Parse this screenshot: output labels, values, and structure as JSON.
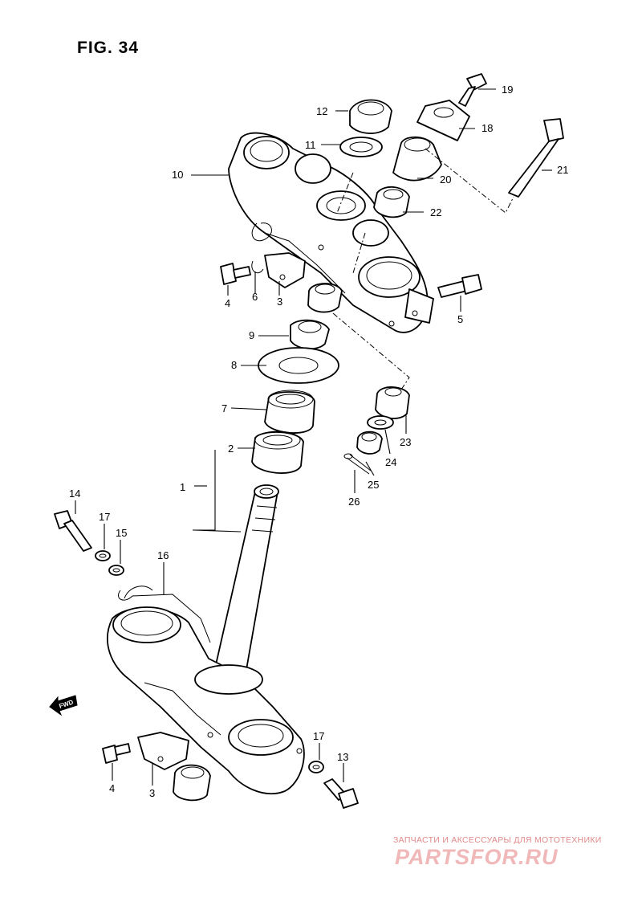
{
  "figure": {
    "title": "FIG. 34"
  },
  "fwd_label": "FWD",
  "parts": [
    {
      "id": "p1",
      "label": "1"
    },
    {
      "id": "p2",
      "label": "2"
    },
    {
      "id": "p3a",
      "label": "3"
    },
    {
      "id": "p3b",
      "label": "3"
    },
    {
      "id": "p4a",
      "label": "4"
    },
    {
      "id": "p4b",
      "label": "4"
    },
    {
      "id": "p5",
      "label": "5"
    },
    {
      "id": "p6",
      "label": "6"
    },
    {
      "id": "p7",
      "label": "7"
    },
    {
      "id": "p8",
      "label": "8"
    },
    {
      "id": "p9",
      "label": "9"
    },
    {
      "id": "p10",
      "label": "10"
    },
    {
      "id": "p11",
      "label": "11"
    },
    {
      "id": "p12",
      "label": "12"
    },
    {
      "id": "p13",
      "label": "13"
    },
    {
      "id": "p14",
      "label": "14"
    },
    {
      "id": "p15",
      "label": "15"
    },
    {
      "id": "p16",
      "label": "16"
    },
    {
      "id": "p17a",
      "label": "17"
    },
    {
      "id": "p17b",
      "label": "17"
    },
    {
      "id": "p18",
      "label": "18"
    },
    {
      "id": "p19",
      "label": "19"
    },
    {
      "id": "p20",
      "label": "20"
    },
    {
      "id": "p21",
      "label": "21"
    },
    {
      "id": "p22",
      "label": "22"
    },
    {
      "id": "p23",
      "label": "23"
    },
    {
      "id": "p24",
      "label": "24"
    },
    {
      "id": "p25",
      "label": "25"
    },
    {
      "id": "p26",
      "label": "26"
    }
  ],
  "watermark": {
    "caption": "ЗАПЧАСТИ И АКСЕССУАРЫ ДЛЯ МОТОТЕХНИКИ",
    "logo": "PARTSFOR.RU",
    "color": "#e08a8a"
  }
}
